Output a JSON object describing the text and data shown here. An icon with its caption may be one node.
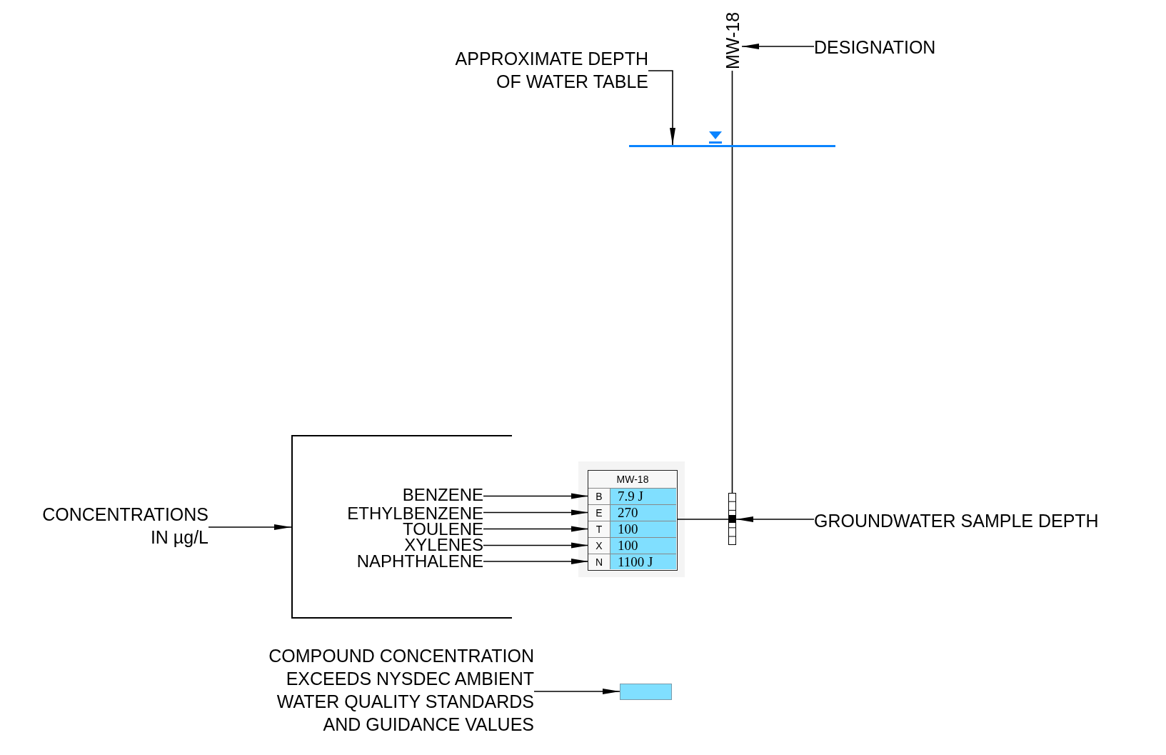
{
  "diagram": {
    "nodes": [
      {
        "text": [
          "CONCENTRATIONS IN µg/L"
        ]
      },
      {
        "text": [],
        "shape": "bracket"
      },
      {
        "text": [
          "BENZENE"
        ],
        "in": 1
      },
      {
        "text": [
          "ETHYLBENZENE"
        ],
        "in": 1
      },
      {
        "text": [
          "TOULENE"
        ],
        "in": 1
      },
      {
        "text": [
          "XYLENES"
        ],
        "in": 1
      },
      {
        "text": [
          "NAPHTHALENE"
        ],
        "in": 1
      },
      {
        "text": [
          "MW-18"
        ]
      },
      {
        "text": [
          "B",
          "7.9 J"
        ],
        "in": 7
      },
      {
        "text": [
          "E",
          "270"
        ],
        "in": 7
      },
      {
        "text": [
          "T",
          "100"
        ],
        "in": 7
      },
      {
        "text": [
          "X",
          "100"
        ],
        "in": 7
      },
      {
        "text": [
          "N",
          "1100 J"
        ],
        "in": 7
      },
      {
        "text": [
          "MW-18"
        ]
      },
      {
        "text": [
          "DESIGNATION"
        ]
      },
      {
        "text": [
          "APPROXIMATE DEPTH OF WATER TABLE"
        ]
      },
      {
        "text": [],
        "shape": "line"
      },
      {
        "text": [],
        "shape": "bar"
      },
      {
        "text": [
          "GROUNDWATER SAMPLE DEPTH"
        ]
      },
      {
        "text": [
          "COMPOUND CONCENTRATION EXCEEDS NYSDEC AMBIENT WATER QUALITY STANDARDS AND GUIDANCE VALUES"
        ]
      },
      {
        "text": [],
        "shape": "box"
      }
    ],
    "edges": [
      {
        "from": 0,
        "to": 1,
        "arrow": "to"
      },
      {
        "from": 2,
        "to": 8,
        "arrow": "to"
      },
      {
        "from": 3,
        "to": 9,
        "arrow": "to"
      },
      {
        "from": 4,
        "to": 10,
        "arrow": "to"
      },
      {
        "from": 5,
        "to": 11,
        "arrow": "to"
      },
      {
        "from": 6,
        "to": 12,
        "arrow": "to"
      },
      {
        "from": 7,
        "to": 17,
        "arrow": "none"
      },
      {
        "from": 18,
        "to": 17,
        "arrow": "to"
      },
      {
        "from": 14,
        "to": 13,
        "arrow": "to"
      },
      {
        "from": 15,
        "to": 16,
        "arrow": "to"
      },
      {
        "from": 19,
        "to": 20,
        "arrow": "to"
      },
      {
        "from": 13,
        "to": 17,
        "arrow": "none"
      }
    ]
  }
}
